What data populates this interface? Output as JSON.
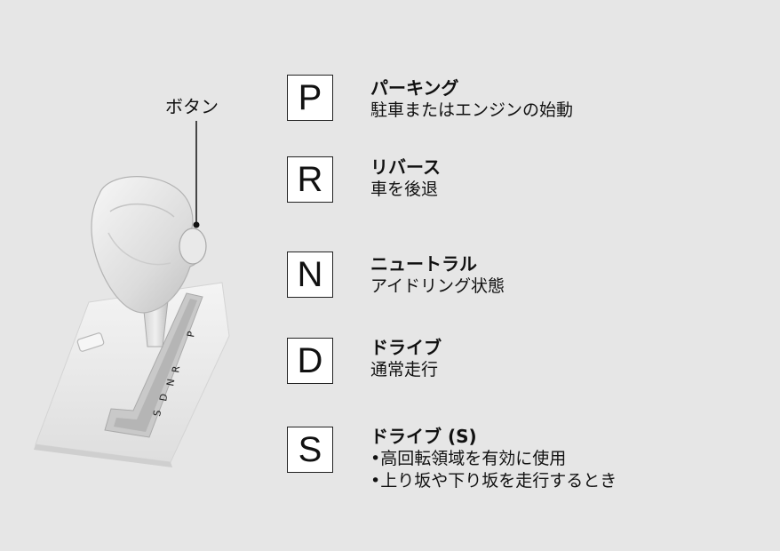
{
  "button_label": "ボタン",
  "gate_letters": [
    "P",
    "R",
    "N",
    "D",
    "S"
  ],
  "positions": [
    {
      "letter": "P",
      "name": "パーキング",
      "desc": [
        "駐車またはエンジンの始動"
      ]
    },
    {
      "letter": "R",
      "name": "リバース",
      "desc": [
        "車を後退"
      ]
    },
    {
      "letter": "N",
      "name": "ニュートラル",
      "desc": [
        "アイドリング状態"
      ]
    },
    {
      "letter": "D",
      "name": "ドライブ",
      "desc": [
        "通常走行"
      ]
    },
    {
      "letter": "S",
      "name": "ドライブ (S)",
      "desc": [
        "•高回転領域を有効に使用",
        "•上り坂や下り坂を走行するとき"
      ]
    }
  ]
}
